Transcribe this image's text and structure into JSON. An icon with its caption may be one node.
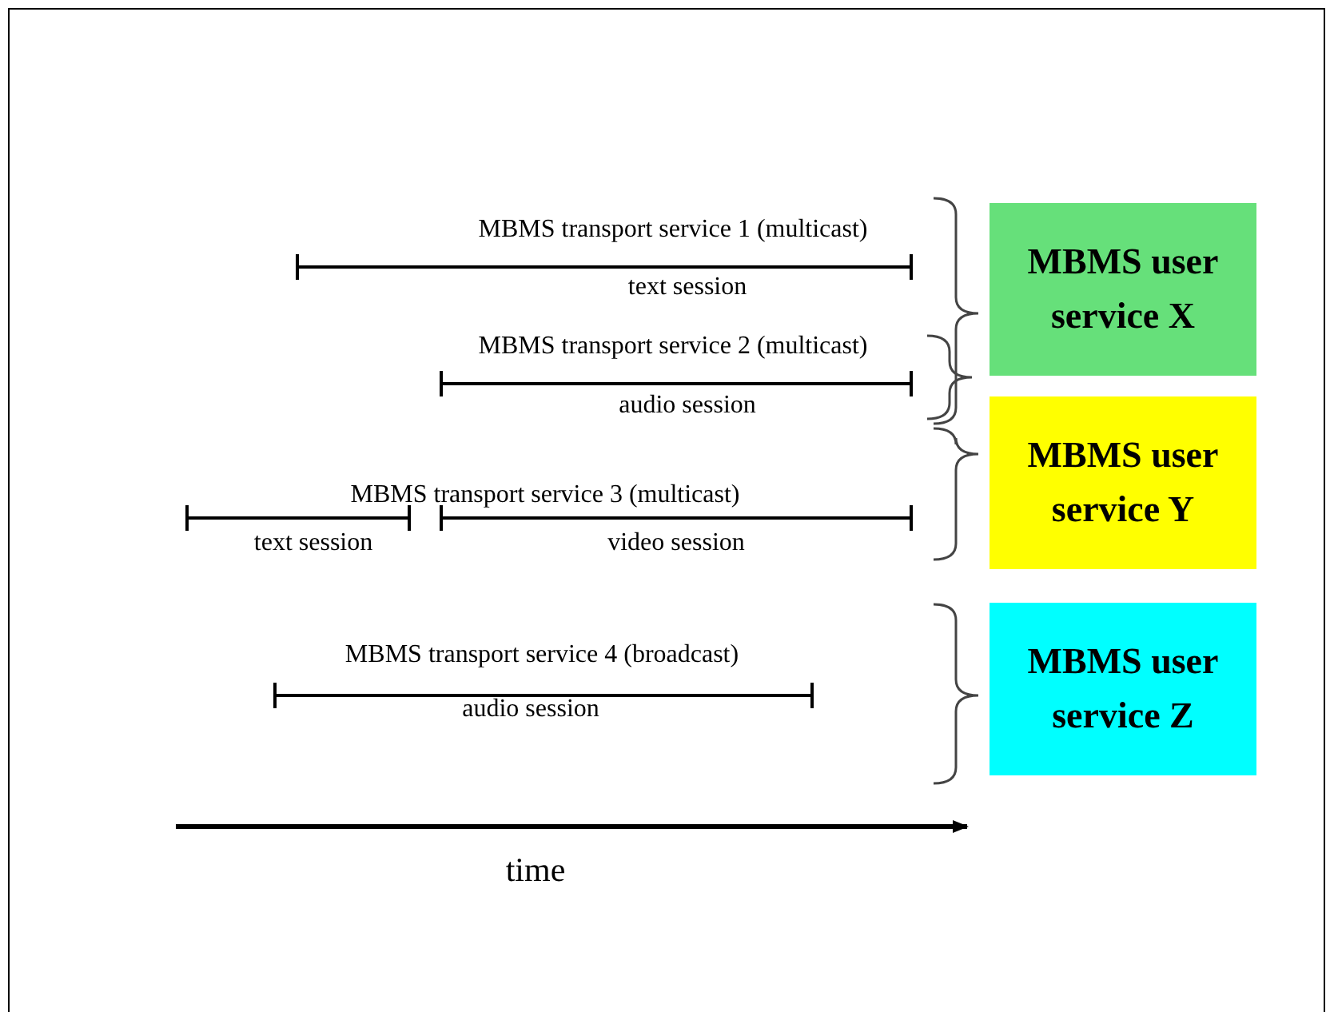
{
  "diagram": {
    "nodes": [
      {
        "text": [
          "MBMS user service X"
        ]
      },
      {
        "text": [
          "MBMS user service Y"
        ]
      },
      {
        "text": [
          "MBMS user service Z"
        ]
      }
    ],
    "labels": [
      "MBMS transport service 1 (multicast)",
      "text session",
      "MBMS transport service 2 (multicast)",
      "audio session",
      "MBMS transport service 3 (multicast)",
      "text session",
      "video session",
      "MBMS transport service 4 (broadcast)",
      "audio session",
      "time"
    ]
  }
}
